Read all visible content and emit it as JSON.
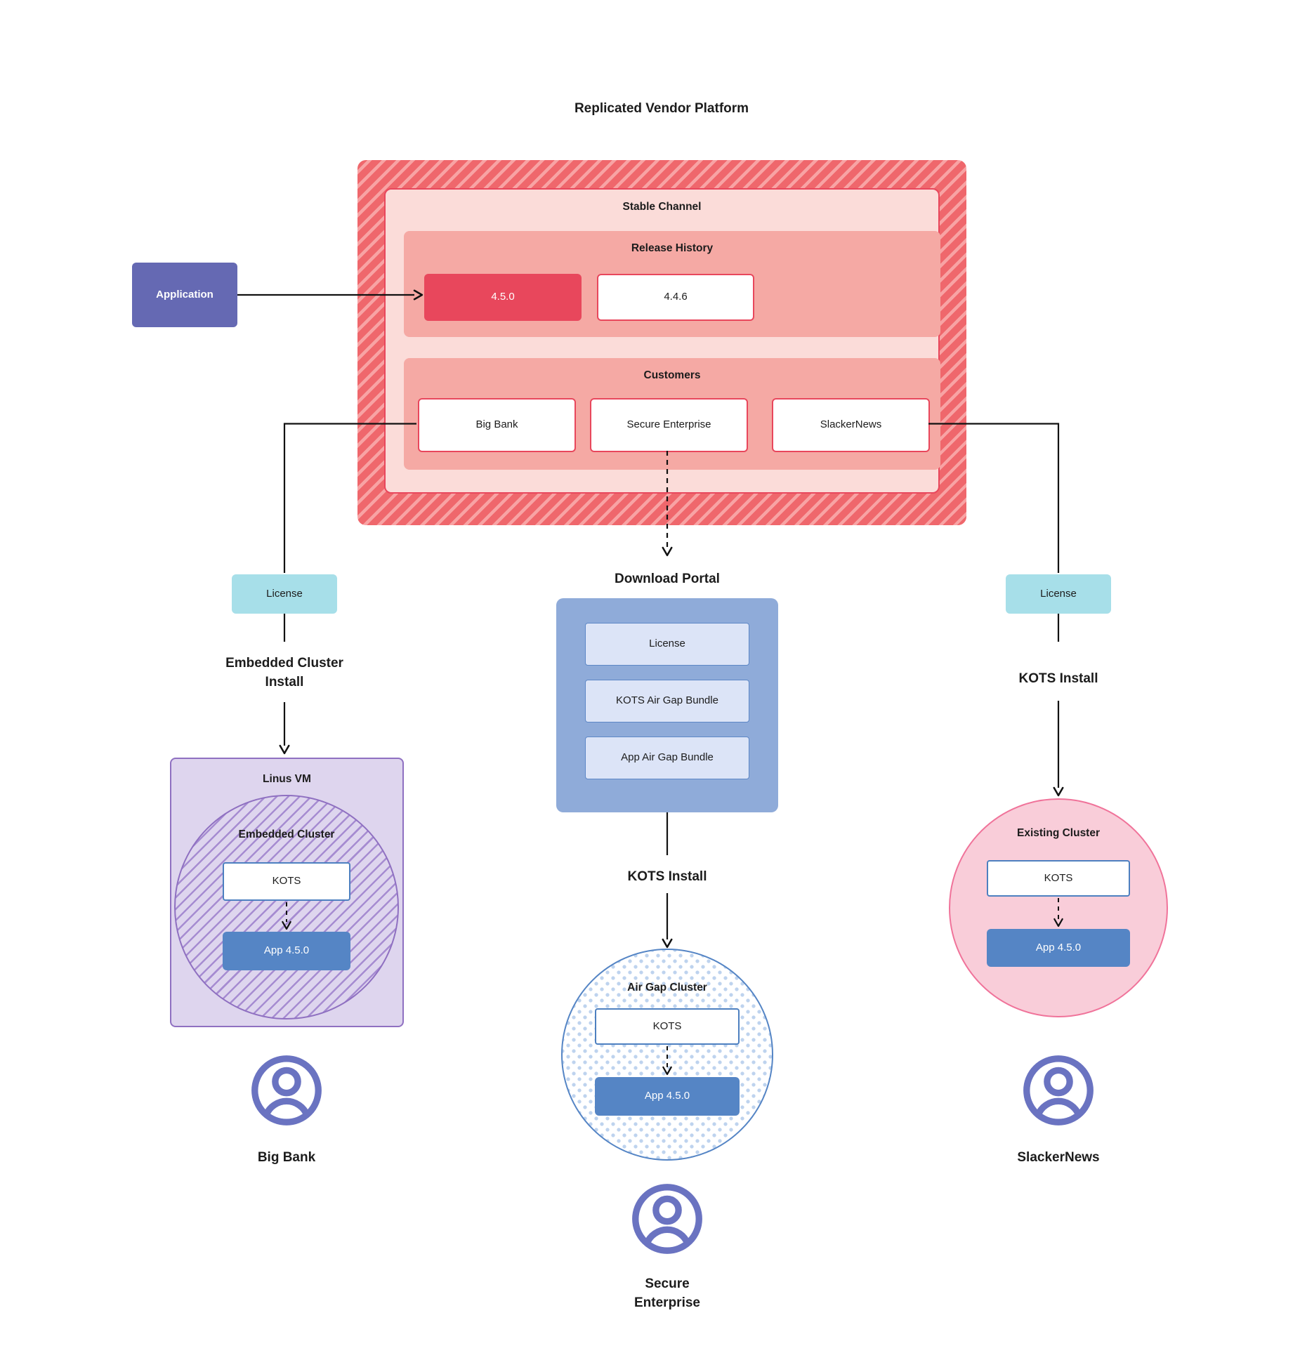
{
  "title": "Replicated Vendor Platform",
  "platform": {
    "stable_label": "Stable Channel",
    "release": {
      "label": "Release History",
      "versions": [
        {
          "value": "4.5.0",
          "highlight": true
        },
        {
          "value": "4.4.6",
          "highlight": false
        }
      ]
    },
    "customers": {
      "label": "Customers",
      "items": [
        "Big Bank",
        "Secure Enterprise",
        "SlackerNews"
      ]
    }
  },
  "application": {
    "label": "Application"
  },
  "flows": {
    "left": {
      "license_label": "License",
      "install_label": "Embedded Cluster Install",
      "vm_label": "Linus VM",
      "cluster_label": "Embedded Cluster",
      "kots_label": "KOTS",
      "app_label": "App 4.5.0",
      "customer_name": "Big Bank"
    },
    "middle": {
      "portal_title": "Download Portal",
      "portal_items": [
        "License",
        "KOTS Air Gap Bundle",
        "App Air Gap Bundle"
      ],
      "install_label": "KOTS Install",
      "cluster_label": "Air Gap Cluster",
      "kots_label": "KOTS",
      "app_label": "App 4.5.0",
      "customer_name": "Secure Enterprise"
    },
    "right": {
      "license_label": "License",
      "install_label": "KOTS Install",
      "cluster_label": "Existing Cluster",
      "kots_label": "KOTS",
      "app_label": "App 4.5.0",
      "customer_name": "SlackerNews"
    }
  },
  "colors": {
    "ink": "#1c1c1c",
    "line": "#111111",
    "stripe_dark": "#ef676c",
    "stripe_light": "#f8a3a4",
    "pink_light": "#fbdcd9",
    "salmon": "#f5a9a4",
    "red": "#e8475c",
    "indigo": "#6569b3",
    "cyan": "#a7dfe9",
    "portal_blue": "#8fabd9",
    "portal_item_bg": "#dce4f7",
    "portal_item_border": "#5d87c6",
    "app_blue": "#5585c5",
    "kots_border": "#4d80c0",
    "purple_bg": "#ded5ee",
    "purple_border": "#8f70c1",
    "purple_hatch": "#a68cd1",
    "pink_circle_bg": "#f9cdd9",
    "pink_circle_border": "#f0739a",
    "dot_blue": "#bed3ee",
    "person": "#6a73c1"
  }
}
